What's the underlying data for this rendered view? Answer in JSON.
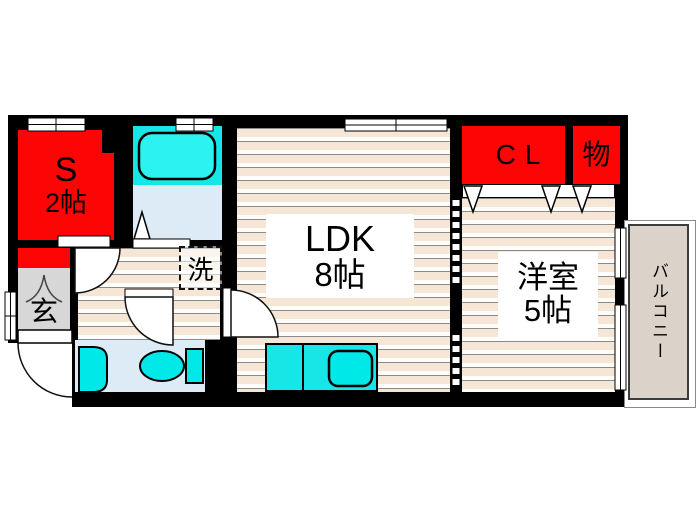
{
  "rooms": {
    "s_room": {
      "name": "S",
      "size": "2帖"
    },
    "ldk": {
      "name": "LDK",
      "size": "8帖"
    },
    "western": {
      "name": "洋室",
      "size": "5帖"
    },
    "closet": {
      "label": "CL"
    },
    "storage": {
      "label": "物"
    },
    "entrance": {
      "label": "玄"
    },
    "laundry": {
      "label": "洗"
    },
    "balcony": {
      "label": "バルコニー"
    }
  },
  "colors": {
    "room_red": "#fe0505",
    "fixture_cyan": "#00e8e8",
    "wet_floor_blue": "#dcebf5",
    "flooring_beige": "#f6e6d6",
    "balcony_fill": "#dbd3ca",
    "genkan_gray": "#d7d7d7",
    "wall_black": "#000000"
  }
}
